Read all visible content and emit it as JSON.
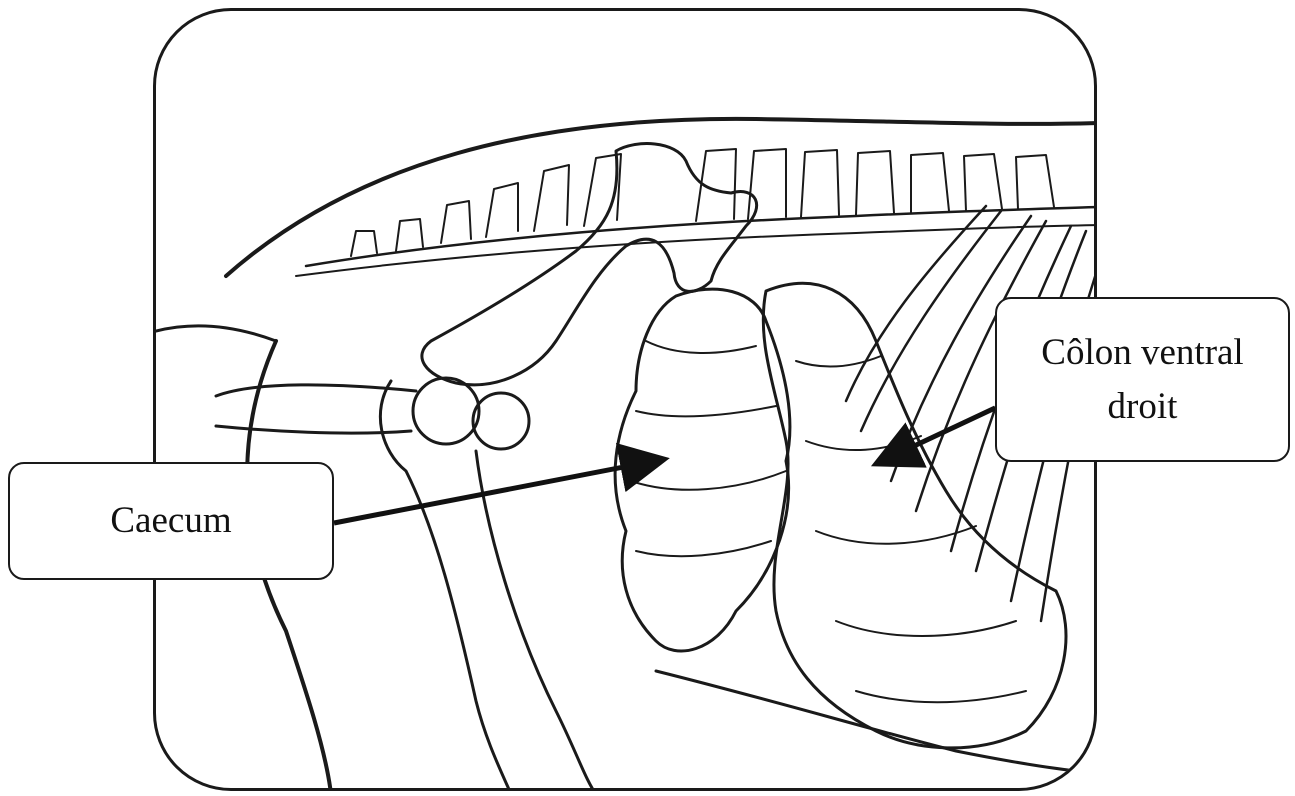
{
  "labels": {
    "caecum": "Caecum",
    "colon_line1": "Côlon ventral",
    "colon_line2": "droit"
  },
  "colors": {
    "ink": "#1a1a1a",
    "background": "#ffffff"
  }
}
